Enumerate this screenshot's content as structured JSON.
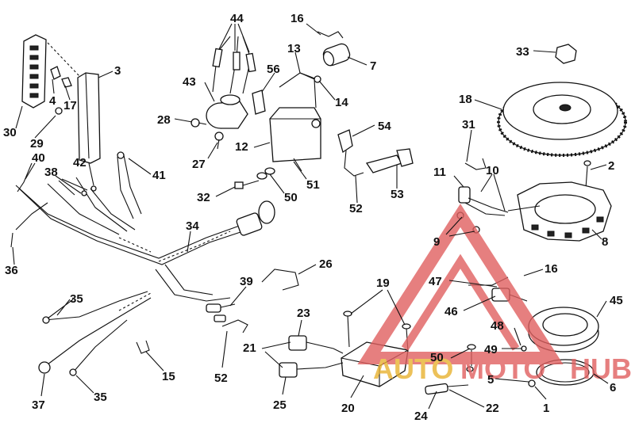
{
  "callouts": [
    {
      "id": "c44",
      "text": "44"
    },
    {
      "id": "c16a",
      "text": "16"
    },
    {
      "id": "c13",
      "text": "13"
    },
    {
      "id": "c3",
      "text": "3"
    },
    {
      "id": "c56",
      "text": "56"
    },
    {
      "id": "c7",
      "text": "7"
    },
    {
      "id": "c33",
      "text": "33"
    },
    {
      "id": "c43",
      "text": "43"
    },
    {
      "id": "c4",
      "text": "4"
    },
    {
      "id": "c17",
      "text": "17"
    },
    {
      "id": "c14",
      "text": "14"
    },
    {
      "id": "c18",
      "text": "18"
    },
    {
      "id": "c30",
      "text": "30"
    },
    {
      "id": "c28",
      "text": "28"
    },
    {
      "id": "c31",
      "text": "31"
    },
    {
      "id": "c29",
      "text": "29"
    },
    {
      "id": "c54",
      "text": "54"
    },
    {
      "id": "c12",
      "text": "12"
    },
    {
      "id": "c27",
      "text": "27"
    },
    {
      "id": "c40",
      "text": "40"
    },
    {
      "id": "c41",
      "text": "41"
    },
    {
      "id": "c42",
      "text": "42"
    },
    {
      "id": "c2",
      "text": "2"
    },
    {
      "id": "c11",
      "text": "11"
    },
    {
      "id": "c10",
      "text": "10"
    },
    {
      "id": "c38",
      "text": "38"
    },
    {
      "id": "c51",
      "text": "51"
    },
    {
      "id": "c53",
      "text": "53"
    },
    {
      "id": "c32",
      "text": "32"
    },
    {
      "id": "c50a",
      "text": "50"
    },
    {
      "id": "c52a",
      "text": "52"
    },
    {
      "id": "c9",
      "text": "9"
    },
    {
      "id": "c8",
      "text": "8"
    },
    {
      "id": "c34",
      "text": "34"
    },
    {
      "id": "c36",
      "text": "36"
    },
    {
      "id": "c26",
      "text": "26"
    },
    {
      "id": "c16b",
      "text": "16"
    },
    {
      "id": "c47",
      "text": "47"
    },
    {
      "id": "c39",
      "text": "39"
    },
    {
      "id": "c19",
      "text": "19"
    },
    {
      "id": "c35a",
      "text": "35"
    },
    {
      "id": "c46",
      "text": "46"
    },
    {
      "id": "c45",
      "text": "45"
    },
    {
      "id": "c23",
      "text": "23"
    },
    {
      "id": "c48",
      "text": "48"
    },
    {
      "id": "c21",
      "text": "21"
    },
    {
      "id": "c49",
      "text": "49"
    },
    {
      "id": "c50b",
      "text": "50"
    },
    {
      "id": "c15",
      "text": "15"
    },
    {
      "id": "c52b",
      "text": "52"
    },
    {
      "id": "c5",
      "text": "5"
    },
    {
      "id": "c6",
      "text": "6"
    },
    {
      "id": "c37",
      "text": "37"
    },
    {
      "id": "c35b",
      "text": "35"
    },
    {
      "id": "c25",
      "text": "25"
    },
    {
      "id": "c20",
      "text": "20"
    },
    {
      "id": "c24",
      "text": "24"
    },
    {
      "id": "c22",
      "text": "22"
    },
    {
      "id": "c1",
      "text": "1"
    }
  ],
  "watermark": {
    "word1": "AUTO",
    "word2": "MOTO",
    "word3": "HUB",
    "color_primary": "#e06060",
    "color_accent": "#e8b230"
  }
}
